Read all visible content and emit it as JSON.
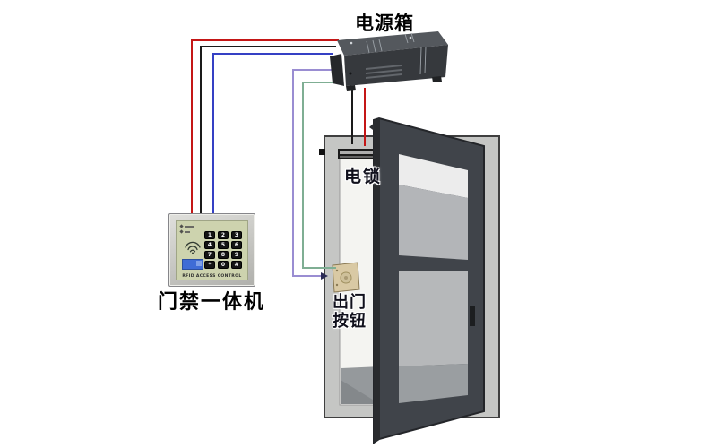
{
  "labels": {
    "power_box": "电源箱",
    "electric_lock": "电锁",
    "exit_button_line1": "出门",
    "exit_button_line2": "按钮",
    "access_keypad": "门禁一体机"
  },
  "keypad": {
    "keys": [
      "1",
      "2",
      "3",
      "4",
      "5",
      "6",
      "7",
      "8",
      "9",
      "*",
      "0",
      "#"
    ],
    "brand_text": "RFID ACCESS CONTROL",
    "face_color": "#cdd3ae",
    "lcd_color": "#3f6cd6"
  },
  "wires": {
    "red": "#c41616",
    "black": "#1a1a1a",
    "blue": "#3540c4",
    "purple": "#9a8dd2",
    "green": "#7fae93"
  },
  "colors": {
    "power_box_top": "#54585d",
    "power_box_front": "#36393d",
    "power_box_side": "#26282b",
    "door_frame_wall": "#c5c6c4",
    "opening": "#f4f4f1",
    "floor": "#95999c",
    "door_panel": "#40444a",
    "glass_light": "#ececec",
    "glass_gray": "#b3b5b8",
    "lock_body": "#1b1b1b",
    "exit_plate": "#d9c9a4"
  }
}
